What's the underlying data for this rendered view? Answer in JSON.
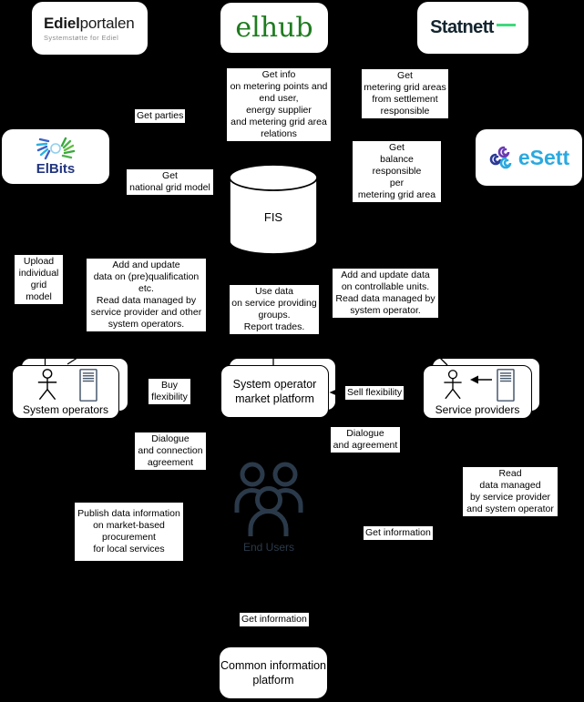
{
  "logos": {
    "edielportalen": {
      "title_bold": "Ediel",
      "title_light": "portalen",
      "subtitle": "Systemstøtte for Ediel",
      "text_color": "#1a1a1a",
      "subtitle_color": "#8c8c8c"
    },
    "elhub": {
      "text": "elhub",
      "color": "#1e7b1e"
    },
    "statnett": {
      "text": "Statnett",
      "color": "#14252f",
      "dash_color": "#41d87d"
    },
    "elbits": {
      "text": "ElBits",
      "color": "#21357f"
    },
    "esett": {
      "text": "eSett",
      "color": "#2aa9e0"
    }
  },
  "nodes": {
    "fis": "FIS",
    "system_operators": "System operators",
    "market_platform": "System operator\nmarket platform",
    "service_providers": "Service providers",
    "end_users": "End Users",
    "common_platform": "Common information\nplatform"
  },
  "labels": {
    "get_parties": "Get parties",
    "get_info": "Get info\non metering points and\nend user,\nenergy supplier\nand metering grid area\nrelations",
    "get_metering_areas": "Get\nmetering grid areas\nfrom settlement\nresponsible",
    "get_balance": "Get\nbalance responsible\nper\nmetering grid area",
    "get_national_grid": "Get\nnational grid model",
    "upload_grid": "Upload\nindividual\ngrid model",
    "add_prequalification": "Add and update\ndata on (pre)qualification\netc.\nRead data managed by\nservice provider and other\nsystem operators.",
    "use_data": "Use data\non service providing\ngroups.\nReport trades.",
    "add_controllable": "Add and update data\non controllable units.\nRead data managed by\nsystem operator.",
    "buy_flexibility": "Buy\nflexibility",
    "sell_flexibility": "Sell flexibility",
    "dialogue_agreement": "Dialogue\nand agreement",
    "dialogue_connection": "Dialogue\nand connection\nagreement",
    "read_data": "Read\ndata managed\nby service provider\nand system operator",
    "publish_data": "Publish data information\non market-based\nprocurement\nfor local services",
    "get_information_right": "Get information",
    "get_information_bottom": "Get information"
  },
  "colors": {
    "background": "#000000",
    "label_bg": "#ffffff",
    "label_text": "#000000",
    "end_users": "#2b3a4a",
    "server_icon": "#44566b"
  },
  "icons": {
    "database": "cylinder-database",
    "person": "stick-figure-actor",
    "server": "server-tower",
    "end_users": "people-group",
    "arrow_left": "left-arrowhead",
    "elbits_burst": "color-burst",
    "esett_triskelion": "triple-spiral",
    "statnett_dash": "green-dash"
  }
}
